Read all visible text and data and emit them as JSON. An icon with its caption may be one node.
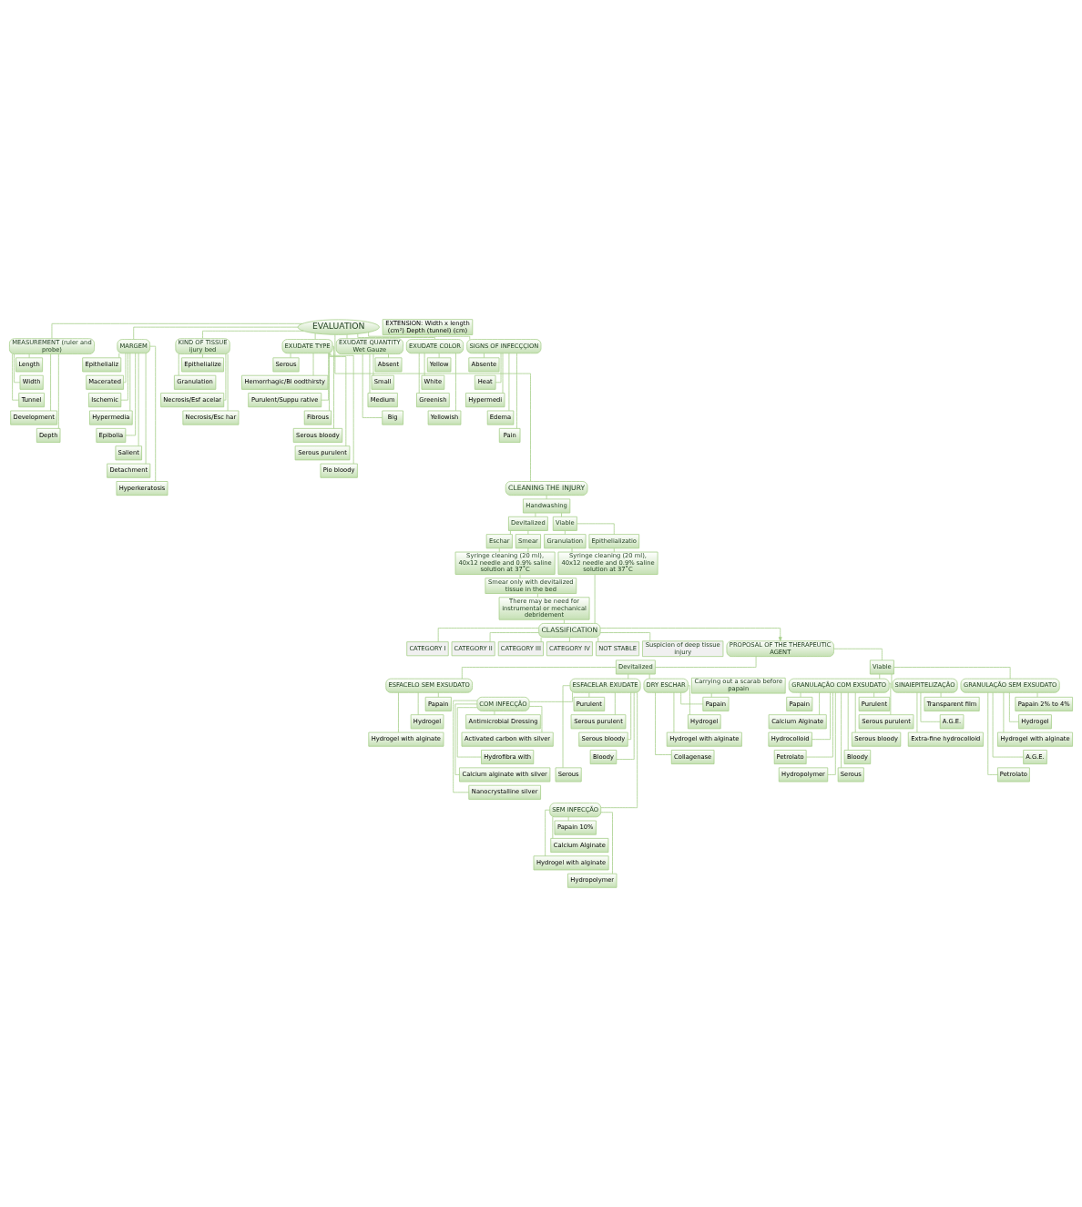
{
  "diagram": {
    "nodes": [
      {
        "text": [
          "EVALUATION"
        ]
      },
      {
        "text": [
          "EXTENSION: Width x length (cm²) Depth (tunnel) (cm)"
        ]
      },
      {
        "text": [
          "MEASUREMENT (ruler and probe)"
        ]
      },
      {
        "text": [
          "Length"
        ]
      },
      {
        "text": [
          "Width"
        ]
      },
      {
        "text": [
          "Tunnel"
        ]
      },
      {
        "text": [
          "Development"
        ]
      },
      {
        "text": [
          "Depth"
        ]
      },
      {
        "text": [
          "MARGEM"
        ]
      },
      {
        "text": [
          "Epithelializ"
        ]
      },
      {
        "text": [
          "Macerated"
        ]
      },
      {
        "text": [
          "Ischemic"
        ]
      },
      {
        "text": [
          "Hypermedia"
        ]
      },
      {
        "text": [
          "Epibolia"
        ]
      },
      {
        "text": [
          "Salient"
        ]
      },
      {
        "text": [
          "Detachment"
        ]
      },
      {
        "text": [
          "Hyperkeratosis"
        ]
      },
      {
        "text": [
          "KIND OF TISSUE",
          "ijury bed"
        ]
      },
      {
        "text": [
          "Epithelialize"
        ]
      },
      {
        "text": [
          "Granulation"
        ]
      },
      {
        "text": [
          "Necrosis/Esf acelar"
        ]
      },
      {
        "text": [
          "Necrosis/Esc har"
        ]
      },
      {
        "text": [
          "EXUDATE TYPE"
        ]
      },
      {
        "text": [
          "Serous"
        ]
      },
      {
        "text": [
          "Hemorrhagic/Bl oodthirsty"
        ]
      },
      {
        "text": [
          "Purulent/Suppu rative"
        ]
      },
      {
        "text": [
          "Fibrous"
        ]
      },
      {
        "text": [
          "Serous bloody"
        ]
      },
      {
        "text": [
          "Serous purulent"
        ]
      },
      {
        "text": [
          "Pio bloody"
        ]
      },
      {
        "text": [
          "EXUDATE QUANTITY",
          "Wet Gauze"
        ]
      },
      {
        "text": [
          "Absent"
        ]
      },
      {
        "text": [
          "Small"
        ]
      },
      {
        "text": [
          "Medium"
        ]
      },
      {
        "text": [
          "Big"
        ]
      },
      {
        "text": [
          "EXUDATE COLOR"
        ]
      },
      {
        "text": [
          "Yellow"
        ]
      },
      {
        "text": [
          "White"
        ]
      },
      {
        "text": [
          "Greenish"
        ]
      },
      {
        "text": [
          "Yellowish"
        ]
      },
      {
        "text": [
          "SIGNS OF INFECÇÇION"
        ]
      },
      {
        "text": [
          "Absente"
        ]
      },
      {
        "text": [
          "Heat"
        ]
      },
      {
        "text": [
          "Hypermedi"
        ]
      },
      {
        "text": [
          "Edema"
        ]
      },
      {
        "text": [
          "Pain"
        ]
      },
      {
        "text": [
          "CLEANING THE INJURY"
        ]
      },
      {
        "text": [
          "Handwashing"
        ]
      },
      {
        "text": [
          "Devitalized"
        ]
      },
      {
        "text": [
          "Viable"
        ]
      },
      {
        "text": [
          "Eschar"
        ]
      },
      {
        "text": [
          "Smear"
        ]
      },
      {
        "text": [
          "Granulation"
        ]
      },
      {
        "text": [
          "Epithelializatio"
        ]
      },
      {
        "text": [
          "Syringe cleaning (20 ml), 40x12 needle and 0.9% saline solution at 37˚C"
        ]
      },
      {
        "text": [
          "Syringe cleaning (20 ml), 40x12 needle and 0.9% saline solution at 37˚C"
        ]
      },
      {
        "text": [
          "Smear only with devitalized tissue in the bed"
        ]
      },
      {
        "text": [
          "There may be need for instrumental or mechanical debridement"
        ]
      },
      {
        "text": [
          "CLASSIFICATION"
        ]
      },
      {
        "text": [
          "CATEGORY I"
        ]
      },
      {
        "text": [
          "CATEGORY II"
        ]
      },
      {
        "text": [
          "CATEGORY III"
        ]
      },
      {
        "text": [
          "CATEGORY IV"
        ]
      },
      {
        "text": [
          "NOT STABLE"
        ]
      },
      {
        "text": [
          "Suspicion of deep tissue injury"
        ]
      },
      {
        "text": [
          "PROPOSAL OF THE THERAPEUTIC AGENT"
        ]
      },
      {
        "text": [
          "Devitalized"
        ]
      },
      {
        "text": [
          "Viable"
        ]
      },
      {
        "text": [
          "DRY ESCHAR"
        ]
      },
      {
        "text": [
          "Carrying out a scarab before papain"
        ]
      },
      {
        "text": [
          "Papain"
        ]
      },
      {
        "text": [
          "Hydrogel"
        ]
      },
      {
        "text": [
          "Hydrogel with alginate"
        ]
      },
      {
        "text": [
          "Collagenase"
        ]
      },
      {
        "text": [
          "ESFACELO SEM EXSUDATO"
        ]
      },
      {
        "text": [
          "Papain"
        ]
      },
      {
        "text": [
          "Hydrogel"
        ]
      },
      {
        "text": [
          "Hydrogel with alginate"
        ]
      },
      {
        "text": [
          "ESFACELAR EXUDATE"
        ]
      },
      {
        "text": [
          "Purulent"
        ]
      },
      {
        "text": [
          "Serous purulent"
        ]
      },
      {
        "text": [
          "Serous bloody"
        ]
      },
      {
        "text": [
          "Bloody"
        ]
      },
      {
        "text": [
          "Serous"
        ]
      },
      {
        "text": [
          "COM INFECÇÃO"
        ]
      },
      {
        "text": [
          "Antimicrobial Dressing"
        ]
      },
      {
        "text": [
          "Activated carbon with silver"
        ]
      },
      {
        "text": [
          "Hydrofibra with"
        ]
      },
      {
        "text": [
          "Calcium alginate with silver"
        ]
      },
      {
        "text": [
          "Nanocrystalline silver"
        ]
      },
      {
        "text": [
          "SEM INFECÇÃO"
        ]
      },
      {
        "text": [
          "Papain 10%"
        ]
      },
      {
        "text": [
          "Calcium Alginate"
        ]
      },
      {
        "text": [
          "Hydrogel with alginate"
        ]
      },
      {
        "text": [
          "Hydropolymer"
        ]
      },
      {
        "text": [
          "GRANULAÇÃO SEM EXSUDATO"
        ]
      },
      {
        "text": [
          "Papain 2% to 4%"
        ]
      },
      {
        "text": [
          "Hydrogel"
        ]
      },
      {
        "text": [
          "Hydrogel with alginate"
        ]
      },
      {
        "text": [
          "A.G.E."
        ]
      },
      {
        "text": [
          "Petrolato"
        ]
      },
      {
        "text": [
          "GRANULAÇÃO COM EXSUDATO"
        ]
      },
      {
        "text": [
          "Purulent"
        ]
      },
      {
        "text": [
          "Serous purulent"
        ]
      },
      {
        "text": [
          "Serous bloody"
        ]
      },
      {
        "text": [
          "Bloody"
        ]
      },
      {
        "text": [
          "Serous"
        ]
      },
      {
        "text": [
          "Papain"
        ]
      },
      {
        "text": [
          "Calcium Alginate"
        ]
      },
      {
        "text": [
          "Hydrocolloid"
        ]
      },
      {
        "text": [
          "Petrolato"
        ]
      },
      {
        "text": [
          "Hydropolymer"
        ]
      },
      {
        "text": [
          "SINAIEPITELIZAÇÃO"
        ]
      },
      {
        "text": [
          "Transparent film"
        ]
      },
      {
        "text": [
          "A.G.E."
        ]
      },
      {
        "text": [
          "Extra-fine hydrocolloid"
        ]
      }
    ],
    "edges": [
      {
        "from": 0,
        "to": 2,
        "arrow": "none"
      },
      {
        "from": 0,
        "to": 8,
        "arrow": "none"
      },
      {
        "from": 0,
        "to": 17,
        "arrow": "none"
      },
      {
        "from": 0,
        "to": 22,
        "arrow": "none"
      },
      {
        "from": 0,
        "to": 30,
        "arrow": "none"
      },
      {
        "from": 0,
        "to": 35,
        "arrow": "none"
      },
      {
        "from": 0,
        "to": 40,
        "arrow": "none"
      },
      {
        "from": 0,
        "to": 46,
        "arrow": "none"
      },
      {
        "from": 2,
        "to": 3,
        "arrow": "none"
      },
      {
        "from": 2,
        "to": 4,
        "arrow": "none"
      },
      {
        "from": 2,
        "to": 5,
        "arrow": "none"
      },
      {
        "from": 2,
        "to": 6,
        "arrow": "none"
      },
      {
        "from": 2,
        "to": 7,
        "arrow": "none"
      },
      {
        "from": 8,
        "to": 9,
        "arrow": "none"
      },
      {
        "from": 8,
        "to": 10,
        "arrow": "none"
      },
      {
        "from": 8,
        "to": 11,
        "arrow": "none"
      },
      {
        "from": 8,
        "to": 12,
        "arrow": "none"
      },
      {
        "from": 8,
        "to": 13,
        "arrow": "none"
      },
      {
        "from": 8,
        "to": 14,
        "arrow": "none"
      },
      {
        "from": 8,
        "to": 15,
        "arrow": "none"
      },
      {
        "from": 8,
        "to": 16,
        "arrow": "none"
      },
      {
        "from": 17,
        "to": 18,
        "arrow": "none"
      },
      {
        "from": 17,
        "to": 19,
        "arrow": "none"
      },
      {
        "from": 17,
        "to": 20,
        "arrow": "none"
      },
      {
        "from": 17,
        "to": 21,
        "arrow": "none"
      },
      {
        "from": 22,
        "to": 23,
        "arrow": "none"
      },
      {
        "from": 22,
        "to": 24,
        "arrow": "none"
      },
      {
        "from": 22,
        "to": 25,
        "arrow": "none"
      },
      {
        "from": 22,
        "to": 26,
        "arrow": "none"
      },
      {
        "from": 22,
        "to": 27,
        "arrow": "none"
      },
      {
        "from": 22,
        "to": 28,
        "arrow": "none"
      },
      {
        "from": 22,
        "to": 29,
        "arrow": "none"
      },
      {
        "from": 30,
        "to": 31,
        "arrow": "none"
      },
      {
        "from": 30,
        "to": 32,
        "arrow": "none"
      },
      {
        "from": 30,
        "to": 33,
        "arrow": "none"
      },
      {
        "from": 30,
        "to": 34,
        "arrow": "none"
      },
      {
        "from": 35,
        "to": 36,
        "arrow": "none"
      },
      {
        "from": 35,
        "to": 37,
        "arrow": "none"
      },
      {
        "from": 35,
        "to": 38,
        "arrow": "none"
      },
      {
        "from": 35,
        "to": 39,
        "arrow": "none"
      },
      {
        "from": 40,
        "to": 41,
        "arrow": "none"
      },
      {
        "from": 40,
        "to": 42,
        "arrow": "none"
      },
      {
        "from": 40,
        "to": 43,
        "arrow": "none"
      },
      {
        "from": 40,
        "to": 44,
        "arrow": "none"
      },
      {
        "from": 40,
        "to": 45,
        "arrow": "none"
      },
      {
        "from": 46,
        "to": 47,
        "arrow": "none"
      },
      {
        "from": 47,
        "to": 48,
        "arrow": "none"
      },
      {
        "from": 47,
        "to": 49,
        "arrow": "none"
      },
      {
        "from": 48,
        "to": 50,
        "arrow": "none"
      },
      {
        "from": 48,
        "to": 51,
        "arrow": "none"
      },
      {
        "from": 49,
        "to": 52,
        "arrow": "none"
      },
      {
        "from": 49,
        "to": 53,
        "arrow": "none"
      },
      {
        "from": 50,
        "to": 54,
        "arrow": "none"
      },
      {
        "from": 51,
        "to": 54,
        "arrow": "none"
      },
      {
        "from": 52,
        "to": 55,
        "arrow": "none"
      },
      {
        "from": 53,
        "to": 55,
        "arrow": "none"
      },
      {
        "from": 54,
        "to": 56,
        "arrow": "none"
      },
      {
        "from": 56,
        "to": 57,
        "arrow": "none"
      },
      {
        "from": 57,
        "to": 58,
        "arrow": "none"
      },
      {
        "from": 55,
        "to": 58,
        "arrow": "none"
      },
      {
        "from": 58,
        "to": 59,
        "arrow": "none"
      },
      {
        "from": 58,
        "to": 60,
        "arrow": "none"
      },
      {
        "from": 58,
        "to": 61,
        "arrow": "none"
      },
      {
        "from": 58,
        "to": 62,
        "arrow": "none"
      },
      {
        "from": 58,
        "to": 63,
        "arrow": "none"
      },
      {
        "from": 58,
        "to": 64,
        "arrow": "none"
      },
      {
        "from": 58,
        "to": 65,
        "arrow": "to"
      },
      {
        "from": 65,
        "to": 66,
        "arrow": "none"
      },
      {
        "from": 65,
        "to": 67,
        "arrow": "none"
      },
      {
        "from": 66,
        "to": 68,
        "arrow": "none"
      },
      {
        "from": 66,
        "to": 74,
        "arrow": "none"
      },
      {
        "from": 66,
        "to": 78,
        "arrow": "none"
      },
      {
        "from": 68,
        "to": 70,
        "arrow": "none"
      },
      {
        "from": 68,
        "to": 71,
        "arrow": "none"
      },
      {
        "from": 68,
        "to": 72,
        "arrow": "none"
      },
      {
        "from": 68,
        "to": 73,
        "arrow": "none"
      },
      {
        "from": 69,
        "to": 70,
        "arrow": "none"
      },
      {
        "from": 74,
        "to": 75,
        "arrow": "none"
      },
      {
        "from": 74,
        "to": 76,
        "arrow": "none"
      },
      {
        "from": 74,
        "to": 77,
        "arrow": "none"
      },
      {
        "from": 78,
        "to": 79,
        "arrow": "none"
      },
      {
        "from": 78,
        "to": 80,
        "arrow": "none"
      },
      {
        "from": 78,
        "to": 81,
        "arrow": "none"
      },
      {
        "from": 78,
        "to": 82,
        "arrow": "none"
      },
      {
        "from": 78,
        "to": 83,
        "arrow": "none"
      },
      {
        "from": 78,
        "to": 84,
        "arrow": "none"
      },
      {
        "from": 78,
        "to": 90,
        "arrow": "none"
      },
      {
        "from": 84,
        "to": 85,
        "arrow": "none"
      },
      {
        "from": 84,
        "to": 86,
        "arrow": "none"
      },
      {
        "from": 84,
        "to": 87,
        "arrow": "none"
      },
      {
        "from": 84,
        "to": 88,
        "arrow": "none"
      },
      {
        "from": 84,
        "to": 89,
        "arrow": "none"
      },
      {
        "from": 90,
        "to": 91,
        "arrow": "none"
      },
      {
        "from": 90,
        "to": 92,
        "arrow": "none"
      },
      {
        "from": 90,
        "to": 93,
        "arrow": "none"
      },
      {
        "from": 90,
        "to": 94,
        "arrow": "none"
      },
      {
        "from": 67,
        "to": 95,
        "arrow": "none"
      },
      {
        "from": 67,
        "to": 101,
        "arrow": "none"
      },
      {
        "from": 67,
        "to": 112,
        "arrow": "none"
      },
      {
        "from": 95,
        "to": 96,
        "arrow": "none"
      },
      {
        "from": 95,
        "to": 97,
        "arrow": "none"
      },
      {
        "from": 95,
        "to": 98,
        "arrow": "none"
      },
      {
        "from": 95,
        "to": 99,
        "arrow": "none"
      },
      {
        "from": 95,
        "to": 100,
        "arrow": "none"
      },
      {
        "from": 101,
        "to": 102,
        "arrow": "none"
      },
      {
        "from": 101,
        "to": 103,
        "arrow": "none"
      },
      {
        "from": 101,
        "to": 104,
        "arrow": "none"
      },
      {
        "from": 101,
        "to": 105,
        "arrow": "none"
      },
      {
        "from": 101,
        "to": 106,
        "arrow": "none"
      },
      {
        "from": 101,
        "to": 107,
        "arrow": "none"
      },
      {
        "from": 101,
        "to": 108,
        "arrow": "none"
      },
      {
        "from": 101,
        "to": 109,
        "arrow": "none"
      },
      {
        "from": 101,
        "to": 110,
        "arrow": "none"
      },
      {
        "from": 101,
        "to": 111,
        "arrow": "none"
      },
      {
        "from": 112,
        "to": 113,
        "arrow": "none"
      },
      {
        "from": 112,
        "to": 114,
        "arrow": "none"
      },
      {
        "from": 112,
        "to": 115,
        "arrow": "none"
      }
    ]
  }
}
